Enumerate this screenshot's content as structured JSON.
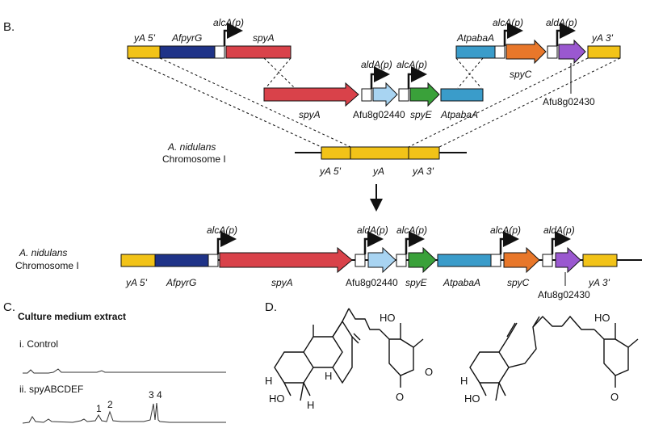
{
  "panels": {
    "b": "B.",
    "c": "C.",
    "d": "D."
  },
  "labels": {
    "ya5": "yA 5'",
    "ya3": "yA 3'",
    "ya": "yA",
    "afpyrg": "AfpyrG",
    "spya": "spyA",
    "spye": "spyE",
    "spyc": "spyC",
    "atpabaa": "AtpabaA",
    "alca": "alcA(p)",
    "alda": "aldA(p)",
    "afu02440": "Afu8g02440",
    "afu02430": "Afu8g02430",
    "anidulans": "A. nidulans",
    "chromosome": "Chromosome I"
  },
  "culture": {
    "title": "Culture medium extract",
    "control": "i. Control",
    "sample": "ii. spyABCDEF",
    "peaks": [
      "1",
      "2",
      "3",
      "4"
    ]
  },
  "chem": {
    "ho": "HO",
    "h": "H",
    "o": "O"
  },
  "colors": {
    "yellow": "#f2c318",
    "navy": "#1f3388",
    "red": "#d9424a",
    "lightblue": "#a8d4f2",
    "green": "#3aa13a",
    "teal": "#3a9cca",
    "orange": "#e8772a",
    "purple": "#9a58d0"
  }
}
